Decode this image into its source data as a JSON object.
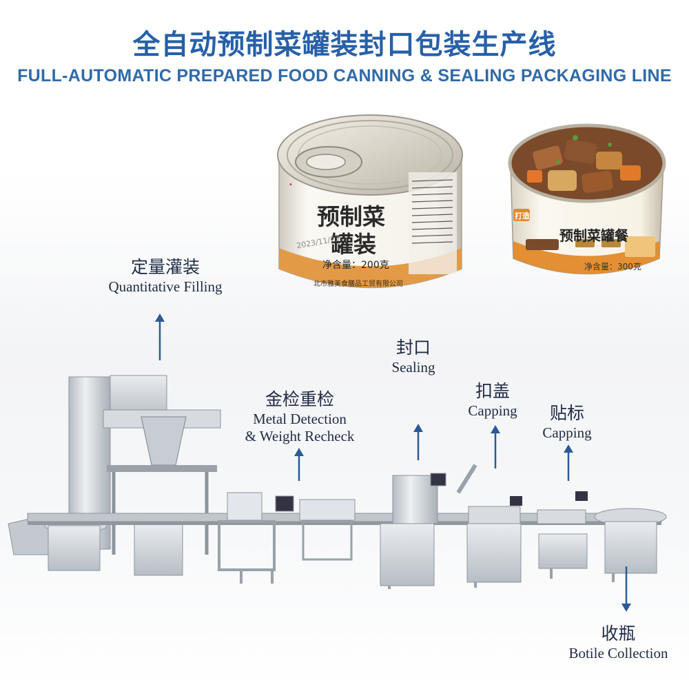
{
  "header": {
    "title_cn": "全自动预制菜罐装封口包装生产线",
    "title_en": "FULL-AUTOMATIC PREPARED FOOD CANNING & SEALING PACKAGING LINE"
  },
  "cans": {
    "left": {
      "name_line1": "预制菜",
      "name_line2": "罐装",
      "date": "2023/11/23",
      "net_weight": "净含量：200克",
      "company": "北市雅美食膳品工贸有限公司"
    },
    "right": {
      "brand": "打造",
      "name": "预制菜罐餐",
      "net_weight": "净含量：300克"
    }
  },
  "stations": {
    "filling": {
      "cn": "定量灌装",
      "en": "Quantitative Filling"
    },
    "metal": {
      "cn": "金检重检",
      "en_line1": "Metal Detection",
      "en_line2": "& Weight Recheck"
    },
    "sealing": {
      "cn": "封口",
      "en": "Sealing"
    },
    "capping": {
      "cn": "扣盖",
      "en": "Capping"
    },
    "labeling": {
      "cn": "贴标",
      "en": "Capping"
    },
    "collection": {
      "cn": "收瓶",
      "en": "Botile Collection"
    }
  },
  "colors": {
    "title_blue": "#2760a8",
    "arrow_blue": "#2b5a96",
    "machine_steel": "#c9ced4",
    "can_orange": "#e08a2e"
  }
}
